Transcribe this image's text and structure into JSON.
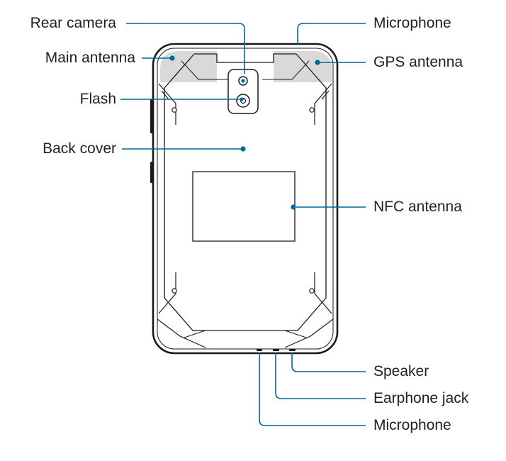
{
  "labels": {
    "rear_camera": "Rear camera",
    "main_antenna": "Main antenna",
    "flash": "Flash",
    "back_cover": "Back cover",
    "microphone_top": "Microphone",
    "gps_antenna": "GPS antenna",
    "nfc_antenna": "NFC antenna",
    "speaker": "Speaker",
    "earphone_jack": "Earphone jack",
    "microphone_bottom": "Microphone"
  },
  "colors": {
    "leader_line": "#00679a",
    "device_outline": "#1a1a1a",
    "antenna_area": "#d9d9d9",
    "text": "#231f20"
  }
}
